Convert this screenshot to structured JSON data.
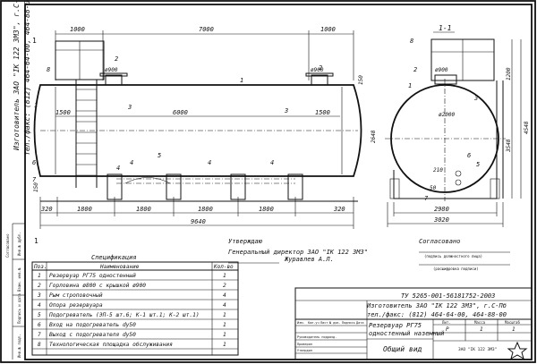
{
  "section_label": "1-1",
  "dims_top": [
    "1000",
    "7000",
    "1000"
  ],
  "dim_inner": "6000",
  "dim_1500_left": "1500",
  "dim_1500_mid": "1500",
  "dim_900": "ø900",
  "dims_bottom": [
    "1800",
    "1800",
    "1800",
    "1800"
  ],
  "dim_320_left": "320",
  "dim_320_right": "320",
  "dim_total": "9640",
  "dim_150_top": "150",
  "dim_150_left": "150",
  "dim_2000": "ø2000",
  "dim_2648": "2648",
  "dim_3548": "3548",
  "dim_4548": "4548",
  "dim_1200": "1200",
  "dim_2980": "2980",
  "dim_3020": "3020",
  "dim_210": "210",
  "dim_50": "50",
  "callouts_front": [
    "1",
    "2",
    "3",
    "1",
    "2",
    "3",
    "4",
    "4",
    "4",
    "4",
    "5",
    "6",
    "7",
    "8"
  ],
  "callouts_side": [
    "8",
    "2",
    "1",
    "3",
    "6",
    "5",
    "7"
  ],
  "vertical_stamp": [
    "Изготовитель ЗАО \"IK 122 ЗМЗ\", г.С-Пб",
    "тел./факс: (812) 464-64-00, 464-88-00"
  ],
  "approve_word": "Утверждаю",
  "approve_role": "Генеральный директор ЗАО \"IK 122 ЗМЗ\"",
  "approve_name": "Журавлев А.Л.",
  "agree_word": "Согласовано",
  "agree_note1": "(подпись должностного лица)",
  "agree_note2": "(расшифровка подписи)",
  "spec_title": "Спецификация",
  "spec_headers": [
    "Поз.",
    "Наименование",
    "Кол-во"
  ],
  "spec_rows": [
    {
      "pos": "1",
      "name": "Резервуар РГ75 одностенный",
      "qty": "1"
    },
    {
      "pos": "2",
      "name": "Горловина ø800 с крышкой ø900",
      "qty": "2"
    },
    {
      "pos": "3",
      "name": "Рым строповочный",
      "qty": "4"
    },
    {
      "pos": "4",
      "name": "Опора резервуара",
      "qty": "4"
    },
    {
      "pos": "5",
      "name": "Подогреватель (ЭП-5 шт.6; К-1 шт.1; К-2 шт.1)",
      "qty": "1"
    },
    {
      "pos": "6",
      "name": "Вход на подогреватель dу50",
      "qty": "1"
    },
    {
      "pos": "7",
      "name": "Выход с подогревателя dу50",
      "qty": "1"
    },
    {
      "pos": "8",
      "name": "Технологическая площадка обслуживания",
      "qty": "1"
    }
  ],
  "title_block": {
    "doc_code": "ТУ 5265-001-56181752-2003",
    "maker": "Изготовитель ЗАО \"IK 122 ЗМЗ\", г.С-Пб",
    "phone": "тел./факс: (812) 464-64-00, 464-88-00",
    "product_line1": "Резервуар РГ75",
    "product_line2": "одностенный наземный",
    "view_name": "Общий вид",
    "lit_header": [
      "Лит.",
      "Масса",
      "Масштаб"
    ],
    "sheet_header": [
      "Лист",
      "Листов"
    ],
    "stage": "Р",
    "sheet": "1",
    "sheets": "1",
    "change_cols": [
      "Изм.",
      "Кол.уч",
      "Лист",
      "№ док.",
      "Подпись",
      "Дата"
    ],
    "sign_rows": [
      "Руководитель подразд.",
      "Проверил",
      "Утвердил"
    ],
    "logo_text": "ЗАО \"IK 122 ЗМЗ\"",
    "sidebar_labels": [
      "Инв.№ подл.",
      "Подпись и дата",
      "Взам. инв.№",
      "Инв.№ дубл.",
      "Подпись и дата"
    ],
    "sidebar_top": "Согласовано"
  }
}
